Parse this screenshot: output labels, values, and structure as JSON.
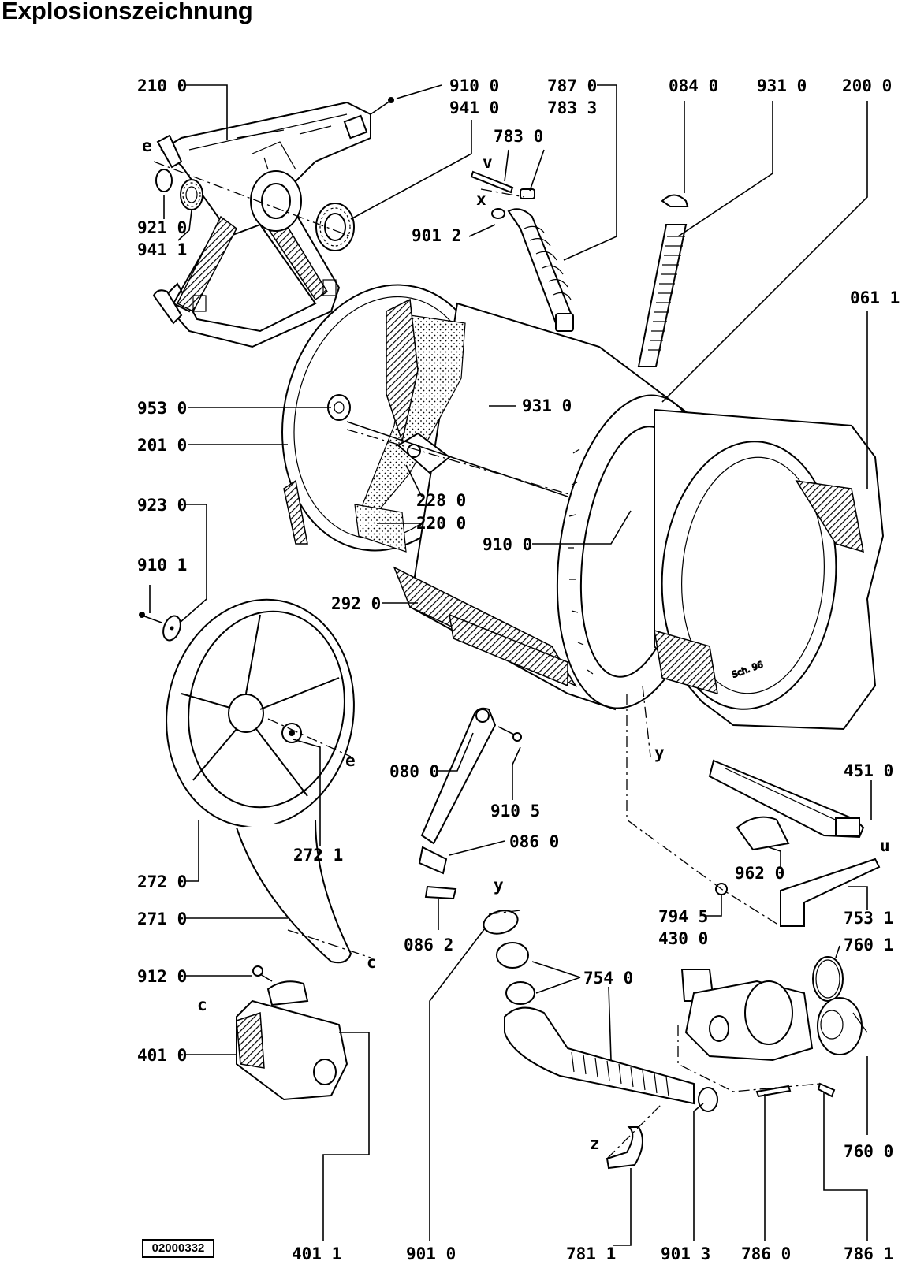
{
  "title": "Explosionszeichnung",
  "drawing_code": "02000332",
  "signature": "Sch. 96",
  "labels": [
    {
      "text": "210 0"
    },
    {
      "text": "910 0"
    },
    {
      "text": "941 0"
    },
    {
      "text": "787 0"
    },
    {
      "text": "783 3"
    },
    {
      "text": "783 0"
    },
    {
      "text": "084 0"
    },
    {
      "text": "931 0"
    },
    {
      "text": "200 0"
    },
    {
      "text": "921 0"
    },
    {
      "text": "941 1"
    },
    {
      "text": "901 2"
    },
    {
      "text": "061 1"
    },
    {
      "text": "953 0"
    },
    {
      "text": "931 0"
    },
    {
      "text": "201 0"
    },
    {
      "text": "923 0"
    },
    {
      "text": "228 0"
    },
    {
      "text": "220 0"
    },
    {
      "text": "910 1"
    },
    {
      "text": "910 0"
    },
    {
      "text": "292 0"
    },
    {
      "text": "080 0"
    },
    {
      "text": "910 5"
    },
    {
      "text": "451 0"
    },
    {
      "text": "086 0"
    },
    {
      "text": "272 1"
    },
    {
      "text": "962 0"
    },
    {
      "text": "272 0"
    },
    {
      "text": "794 5"
    },
    {
      "text": "753 1"
    },
    {
      "text": "430 0"
    },
    {
      "text": "271 0"
    },
    {
      "text": "086 2"
    },
    {
      "text": "760 1"
    },
    {
      "text": "754 0"
    },
    {
      "text": "912 0"
    },
    {
      "text": "401 0"
    },
    {
      "text": "760 0"
    },
    {
      "text": "401 1"
    },
    {
      "text": "901 0"
    },
    {
      "text": "781 1"
    },
    {
      "text": "901 3"
    },
    {
      "text": "786 0"
    },
    {
      "text": "786 1"
    }
  ],
  "letters": [
    {
      "text": "e"
    },
    {
      "text": "v"
    },
    {
      "text": "x"
    },
    {
      "text": "e"
    },
    {
      "text": "y"
    },
    {
      "text": "y"
    },
    {
      "text": "u"
    },
    {
      "text": "c"
    },
    {
      "text": "c"
    },
    {
      "text": "z"
    }
  ]
}
